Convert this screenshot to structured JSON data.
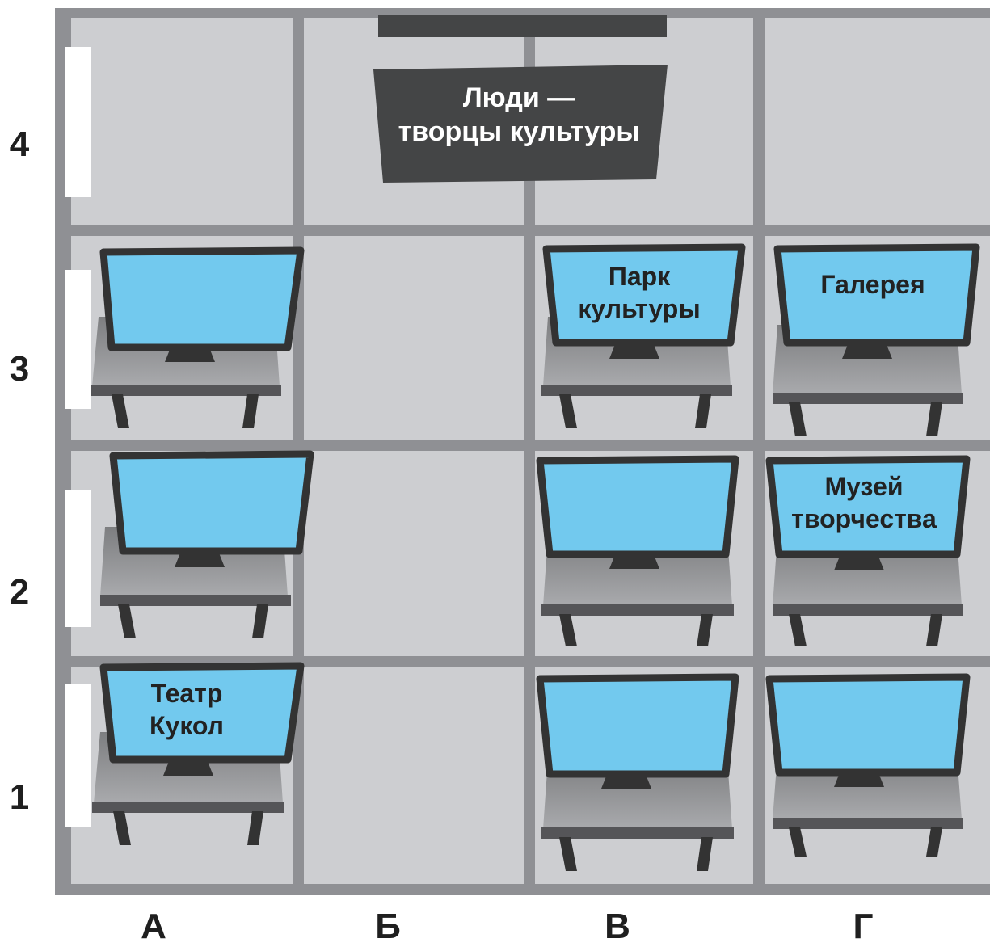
{
  "banner": {
    "line1": "Люди —",
    "line2": "творцы культуры"
  },
  "row_labels": [
    "4",
    "3",
    "2",
    "1"
  ],
  "column_labels": [
    "А",
    "Б",
    "В",
    "Г"
  ],
  "stations": [
    {
      "cell": "А3",
      "label_lines": []
    },
    {
      "cell": "В3",
      "label_lines": [
        "Парк",
        "культуры"
      ]
    },
    {
      "cell": "Г3",
      "label_lines": [
        "Галерея"
      ]
    },
    {
      "cell": "А2",
      "label_lines": []
    },
    {
      "cell": "В2",
      "label_lines": []
    },
    {
      "cell": "Г2",
      "label_lines": [
        "Музей",
        "творчества"
      ]
    },
    {
      "cell": "А1",
      "label_lines": [
        "Театр",
        "Кукол"
      ]
    },
    {
      "cell": "В1",
      "label_lines": []
    },
    {
      "cell": "Г1",
      "label_lines": []
    }
  ],
  "colors": {
    "floor_bg": "#8f9094",
    "tile": "#cdced1",
    "screen": "#72c9ee",
    "frame": "#333333",
    "banner": "#444546",
    "wall_marker": "#ffffff"
  }
}
